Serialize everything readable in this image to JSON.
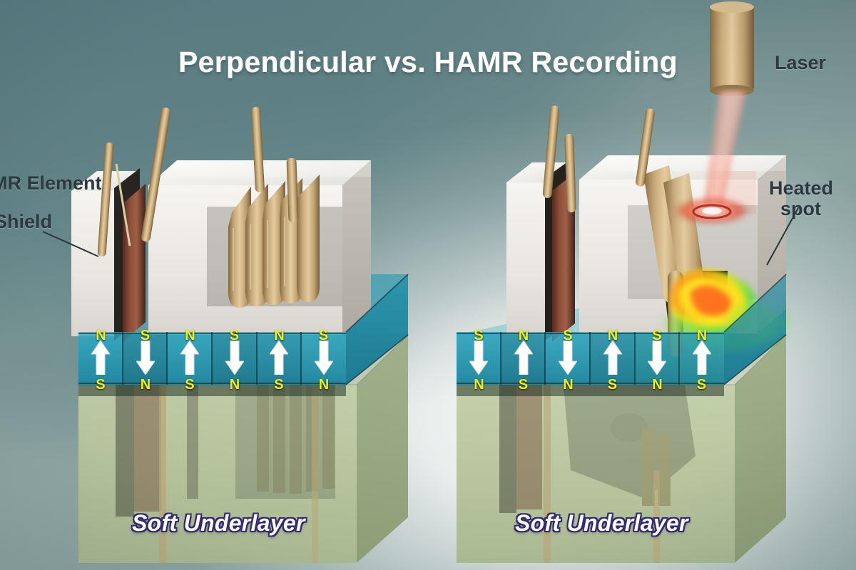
{
  "title": "Perpendicular vs. HAMR Recording",
  "labels": {
    "mr_element": "MR Element",
    "shield": "Shield",
    "laser": "Laser",
    "heated_spot_line1": "Heated",
    "heated_spot_line2": "spot",
    "soft_underlayer_left": "Soft Underlayer",
    "soft_underlayer_right": "Soft Underlayer"
  },
  "colors": {
    "magnet_label": "#f2ee22",
    "media_cyan": "#2596ad",
    "soft_underlayer_green": "#b4c39c",
    "head_white": "#eeebe6",
    "coil_copper": "#c8a879",
    "mr_brown": "#8a4c37",
    "laser_beam": "#f08a80",
    "heat_hot": "#e8401f",
    "heat_mid": "#f2e41a",
    "heat_cool": "#3fd13f",
    "title_text": "#fdfdfd",
    "label_text": "#2c3a3f",
    "underlayer_text_outline": "#322a6e",
    "background_teal": "#5d8085"
  },
  "left_panel": {
    "name": "Perpendicular recording",
    "bits": [
      {
        "top": "N",
        "bottom": "S",
        "direction": "up"
      },
      {
        "top": "S",
        "bottom": "N",
        "direction": "down"
      },
      {
        "top": "N",
        "bottom": "S",
        "direction": "up"
      },
      {
        "top": "S",
        "bottom": "N",
        "direction": "down"
      },
      {
        "top": "N",
        "bottom": "S",
        "direction": "up"
      },
      {
        "top": "S",
        "bottom": "N",
        "direction": "down"
      }
    ],
    "coil_turns": 5
  },
  "right_panel": {
    "name": "HAMR recording",
    "bits": [
      {
        "top": "S",
        "bottom": "N",
        "direction": "down"
      },
      {
        "top": "N",
        "bottom": "S",
        "direction": "up"
      },
      {
        "top": "S",
        "bottom": "N",
        "direction": "down"
      },
      {
        "top": "N",
        "bottom": "S",
        "direction": "up"
      },
      {
        "top": "S",
        "bottom": "N",
        "direction": "down"
      },
      {
        "top": "N",
        "bottom": "S",
        "direction": "up"
      }
    ],
    "coil_turns": 3,
    "has_laser": true,
    "has_heated_spot": true
  }
}
